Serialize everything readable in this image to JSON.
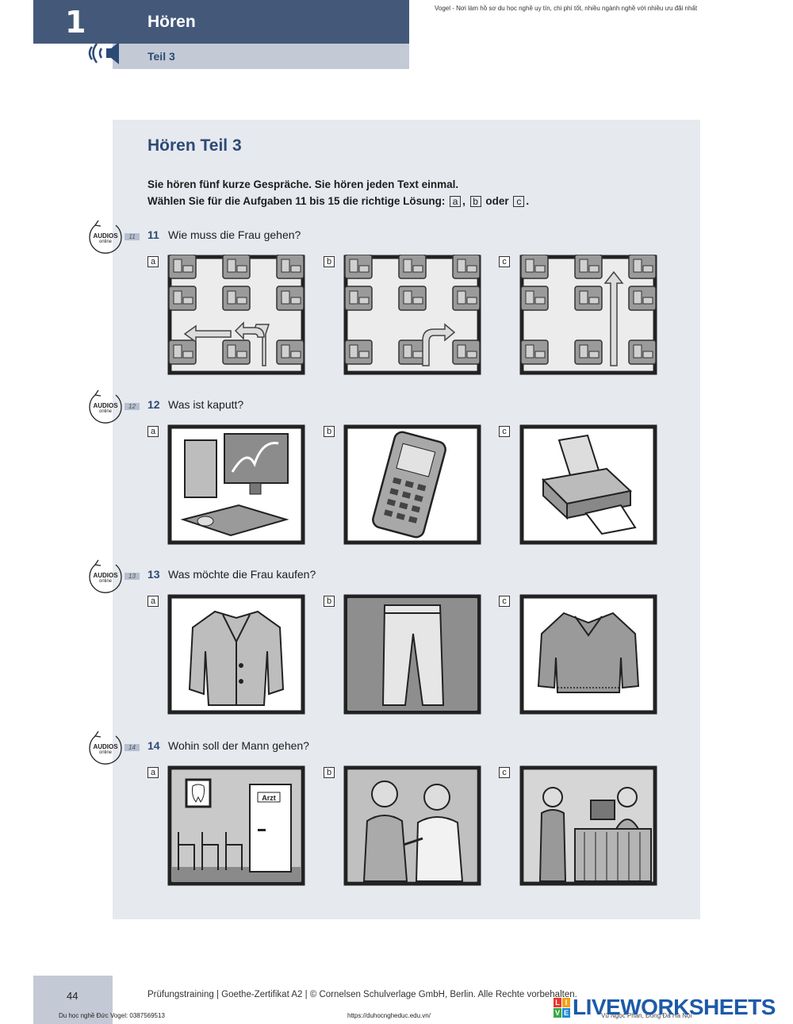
{
  "header": {
    "chapter_number": "1",
    "title": "Hören",
    "subtitle": "Teil 3",
    "watermark": "Vogel - Nơi làm hồ sơ du học nghề uy tín, chi phí tốt, nhiều ngành nghề với nhiều ưu đãi nhất"
  },
  "section": {
    "title": "Hören Teil 3",
    "instruction_line1": "Sie hören fünf kurze Gespräche. Sie hören jeden Text einmal.",
    "instruction_line2_prefix": "Wählen Sie für die Aufgaben 11 bis 15 die richtige Lösung:",
    "option_a": "a",
    "option_b": "b",
    "option_c": "c",
    "or_word": "oder",
    "comma": ",",
    "period": "."
  },
  "audio_badge": {
    "label": "AUDIOS",
    "sub": "online"
  },
  "questions": [
    {
      "number": "11",
      "text": "Wie muss die Frau gehen?",
      "track": "11",
      "options": [
        {
          "label": "a",
          "image": "map-route-left"
        },
        {
          "label": "b",
          "image": "map-route-right"
        },
        {
          "label": "c",
          "image": "map-route-straight"
        }
      ]
    },
    {
      "number": "12",
      "text": "Was ist kaputt?",
      "track": "12",
      "options": [
        {
          "label": "a",
          "image": "computer"
        },
        {
          "label": "b",
          "image": "mobile-phone"
        },
        {
          "label": "c",
          "image": "printer"
        }
      ]
    },
    {
      "number": "13",
      "text": "Was möchte die Frau kaufen?",
      "track": "13",
      "options": [
        {
          "label": "a",
          "image": "jacket"
        },
        {
          "label": "b",
          "image": "trousers"
        },
        {
          "label": "c",
          "image": "sweater"
        }
      ]
    },
    {
      "number": "14",
      "text": "Wohin soll der Mann gehen?",
      "track": "14",
      "options": [
        {
          "label": "a",
          "image": "dentist-waiting-room"
        },
        {
          "label": "b",
          "image": "doctor-examination"
        },
        {
          "label": "c",
          "image": "reception-desk"
        }
      ]
    }
  ],
  "door_sign": "Arzt",
  "footer": {
    "page_number": "44",
    "text": "Prüfungstraining   |   Goethe-Zertifikat A2   |   © Cornelsen Schulverlage GmbH, Berlin. Alle Rechte vorbehalten.",
    "left_note": "Du học nghề Đức Vogel: 0387569513",
    "mid_note": "https://duhocngheduc.edu.vn/",
    "right_note": "Vũ Ngọc Phan, Đống Đa Hà Nội",
    "brand_live": [
      "L",
      "I",
      "V",
      "E"
    ],
    "brand_text": "LIVEWORKSHEETS"
  },
  "colors": {
    "header_blue": "#44597a",
    "title_blue": "#2c4a76",
    "panel_gray": "#e6e9ee",
    "brand_blue": "#1e5aa8",
    "live_colors": [
      "#e8372c",
      "#f4a11c",
      "#3aa845",
      "#1e88d6"
    ]
  }
}
